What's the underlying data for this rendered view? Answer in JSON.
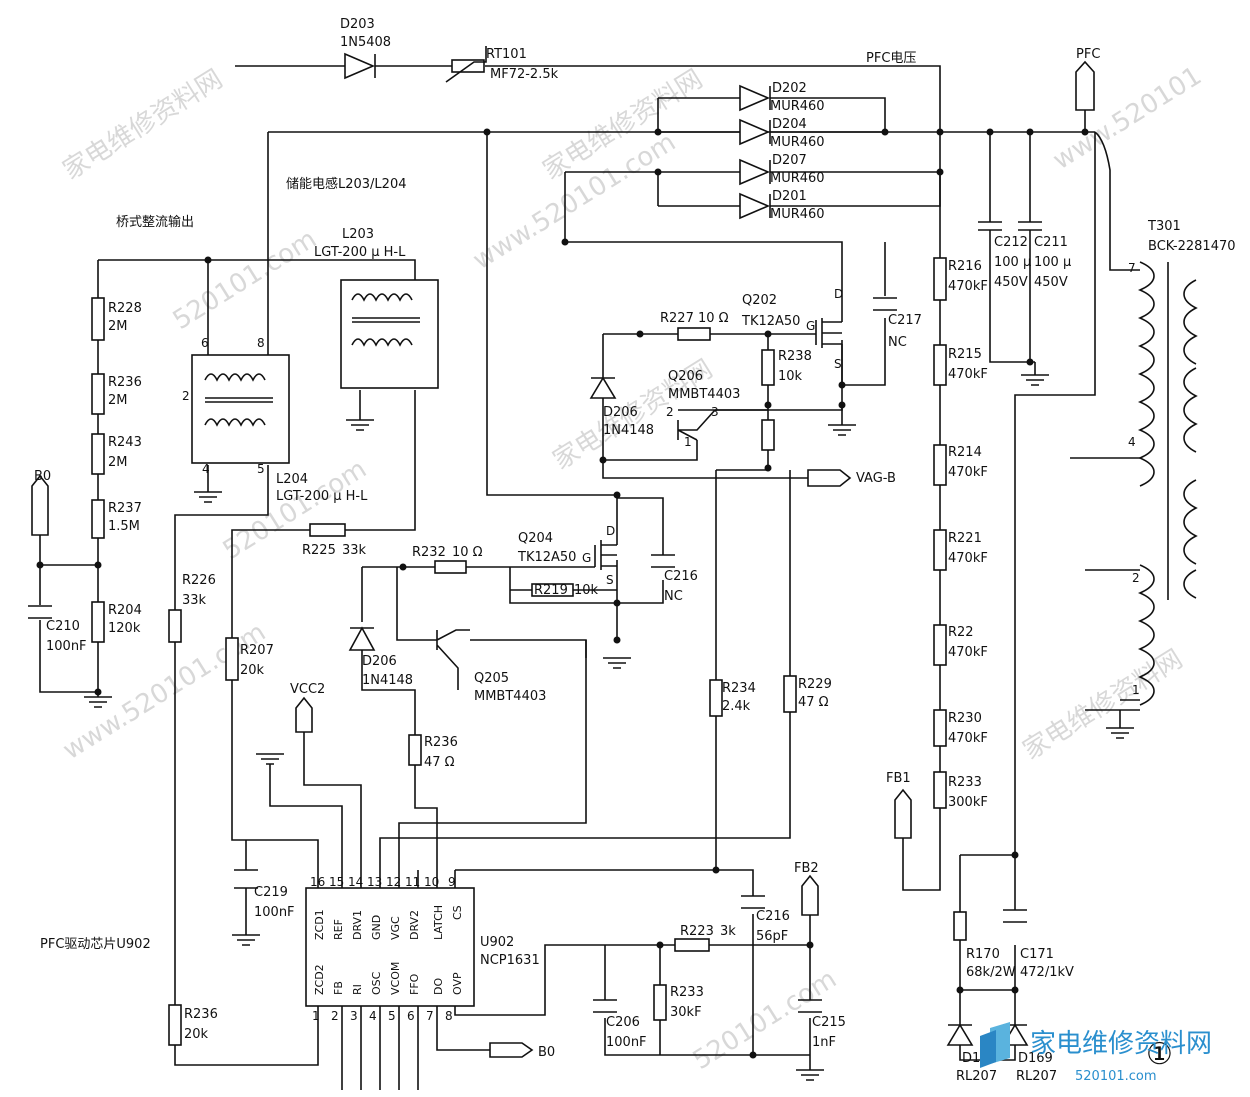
{
  "circled_number": "①",
  "watermarks": [
    "家电维修资料网",
    "520101.com",
    "www.520101.com",
    "家电维修资料网",
    "520101.com",
    "家电维修资料网",
    "www.520101.com",
    "520101.com",
    "家电维修资料网",
    "www.520101"
  ],
  "logo": {
    "text": "家电维修资料网",
    "url": "520101.com"
  },
  "notes": {
    "pfc_voltage": "PFC电压",
    "bridge_output": "桥式整流输出",
    "storage_inductor": "储能电感L203/L204",
    "pfc_chip": "PFC驱动芯片U902"
  },
  "ports": {
    "pfc": "PFC",
    "b0_left": "B0",
    "b0_bottom": "B0",
    "vcc2": "VCC2",
    "fb1": "FB1",
    "fb2": "FB2",
    "vag_b": "VAG-B"
  },
  "components": {
    "D203": {
      "ref": "D203",
      "value": "1N5408"
    },
    "RT101": {
      "ref": "RT101",
      "value": "MF72-2.5k"
    },
    "D202": {
      "ref": "D202",
      "value": "MUR460"
    },
    "D204": {
      "ref": "D204",
      "value": "MUR460"
    },
    "D207": {
      "ref": "D207",
      "value": "MUR460"
    },
    "D201": {
      "ref": "D201",
      "value": "MUR460"
    },
    "L203": {
      "ref": "L203",
      "value": "LGT-200 μ H-L"
    },
    "L204": {
      "ref": "L204",
      "value": "LGT-200 μ H-L"
    },
    "Q202": {
      "ref": "Q202",
      "value": "TK12A50"
    },
    "R227": {
      "ref": "R227",
      "value": "10 Ω"
    },
    "C217": {
      "ref": "C217",
      "value": "NC"
    },
    "R238": {
      "ref": "R238",
      "value": "10k"
    },
    "Q206": {
      "ref": "Q206",
      "value": "MMBT4403"
    },
    "D206a": {
      "ref": "D206",
      "value": "1N4148"
    },
    "R228": {
      "ref": "R228",
      "value": "2M"
    },
    "R236a": {
      "ref": "R236",
      "value": "2M"
    },
    "R243": {
      "ref": "R243",
      "value": "2M"
    },
    "R237": {
      "ref": "R237",
      "value": "1.5M"
    },
    "R204": {
      "ref": "R204",
      "value": "120k"
    },
    "C210": {
      "ref": "C210",
      "value": "100nF"
    },
    "R225": {
      "ref": "R225",
      "value": "33k"
    },
    "Q204": {
      "ref": "Q204",
      "value": "TK12A50"
    },
    "R232": {
      "ref": "R232",
      "value": "10 Ω"
    },
    "R219": {
      "ref": "R219",
      "value": "10k"
    },
    "C216a": {
      "ref": "C216",
      "value": "NC"
    },
    "D206b": {
      "ref": "D206",
      "value": "1N4148"
    },
    "Q205": {
      "ref": "Q205",
      "value": "MMBT4403"
    },
    "R236b": {
      "ref": "R236",
      "value": "47 Ω"
    },
    "R226": {
      "ref": "R226",
      "value": "33k"
    },
    "R207": {
      "ref": "R207",
      "value": "20k"
    },
    "R234": {
      "ref": "R234",
      "value": "2.4k"
    },
    "R229": {
      "ref": "R229",
      "value": "47 Ω"
    },
    "C212": {
      "ref": "C212",
      "value1": "100 μ",
      "value2": "450V"
    },
    "C211": {
      "ref": "C211",
      "value1": "100 μ",
      "value2": "450V"
    },
    "R216": {
      "ref": "R216",
      "value": "470kF"
    },
    "R215": {
      "ref": "R215",
      "value": "470kF"
    },
    "R214": {
      "ref": "R214",
      "value": "470kF"
    },
    "R221": {
      "ref": "R221",
      "value": "470kF"
    },
    "R22": {
      "ref": "R22",
      "value": "470kF"
    },
    "R230": {
      "ref": "R230",
      "value": "470kF"
    },
    "R233a": {
      "ref": "R233",
      "value": "300kF"
    },
    "T301": {
      "ref": "T301",
      "value": "BCK-2281470"
    },
    "C219": {
      "ref": "C219",
      "value": "100nF"
    },
    "R236c": {
      "ref": "R236",
      "value": "20k"
    },
    "R223": {
      "ref": "R223",
      "value": "3k"
    },
    "C216b": {
      "ref": "C216",
      "value": "56pF"
    },
    "R233b": {
      "ref": "R233",
      "value": "30kF"
    },
    "C206": {
      "ref": "C206",
      "value": "100nF"
    },
    "C215": {
      "ref": "C215",
      "value": "1nF"
    },
    "R170": {
      "ref": "R170",
      "value": "68k/2W"
    },
    "C171": {
      "ref": "C171",
      "value": "472/1kV"
    },
    "D168": {
      "ref": "D168",
      "value": "RL207"
    },
    "D169": {
      "ref": "D169",
      "value": "RL207"
    }
  },
  "inductor_pins": {
    "p6": "6",
    "p8": "8",
    "p2": "2",
    "p4": "4",
    "p5": "5"
  },
  "transistor_pins": {
    "q206_p2": "2",
    "q206_p3": "3",
    "q206_p1": "1"
  },
  "mosfet_pins": {
    "d": "D",
    "g": "G",
    "s": "S"
  },
  "transformer_pins": {
    "p7": "7",
    "p4": "4",
    "p2": "2",
    "p1": "1"
  },
  "ic": {
    "ref": "U902",
    "part": "NCP1631",
    "top_pin_numbers": [
      "16",
      "15",
      "14",
      "13",
      "12",
      "11",
      "10",
      "9"
    ],
    "top_pin_names": [
      "ZCD1",
      "REF",
      "DRV1",
      "GND",
      "VGC",
      "DRV2",
      "LATCH",
      "CS"
    ],
    "bottom_pin_names": [
      "ZCD2",
      "FB",
      "RI",
      "OSC",
      "VCOM",
      "FFO",
      "DO",
      "OVP"
    ],
    "bottom_pin_numbers": [
      "1",
      "2",
      "3",
      "4",
      "5",
      "6",
      "7",
      "8"
    ]
  }
}
